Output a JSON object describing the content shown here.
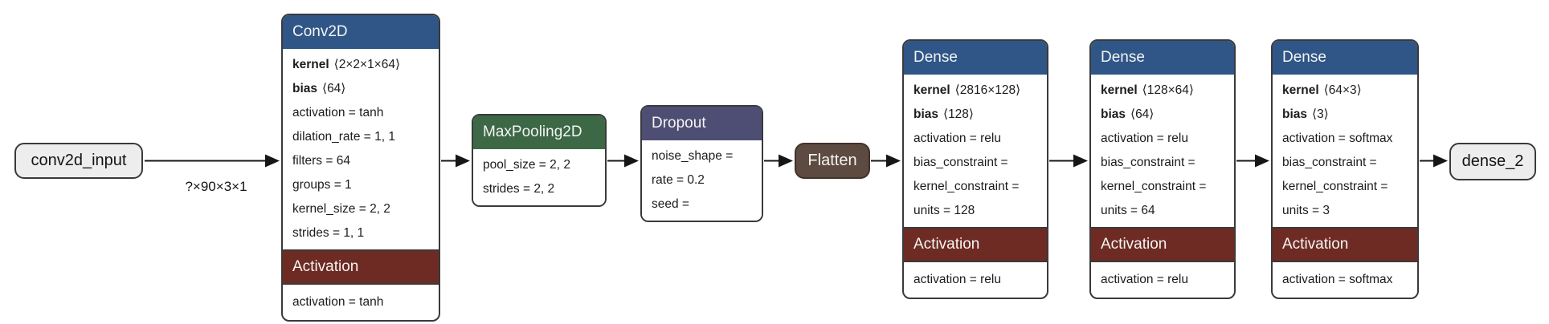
{
  "colors": {
    "blue": "#2f5687",
    "green": "#3c6845",
    "purple": "#4e4e74",
    "red": "#6e2b23",
    "brown": "#5d4a40",
    "io_fill": "#ededed",
    "border": "#3a3a3a",
    "edge": "#161616",
    "header_text": "#f4f4f4"
  },
  "edges": {
    "input_shape_label": "?×90×3×1"
  },
  "nodes": {
    "input": {
      "label": "conv2d_input"
    },
    "conv2d": {
      "title": "Conv2D",
      "kernel_key": "kernel",
      "kernel_value": "⟨2×2×1×64⟩",
      "bias_key": "bias",
      "bias_value": "⟨64⟩",
      "rows": [
        "activation = tanh",
        "dilation_rate = 1, 1",
        "filters = 64",
        "groups = 1",
        "kernel_size = 2, 2",
        "strides = 1, 1"
      ],
      "activation_title": "Activation",
      "activation_row": "activation = tanh"
    },
    "maxpooling2d": {
      "title": "MaxPooling2D",
      "rows": [
        "pool_size = 2, 2",
        "strides = 2, 2"
      ]
    },
    "dropout": {
      "title": "Dropout",
      "rows": [
        "noise_shape =",
        "rate = 0.2",
        "seed ="
      ]
    },
    "flatten": {
      "label": "Flatten"
    },
    "dense1": {
      "title": "Dense",
      "kernel_key": "kernel",
      "kernel_value": "⟨2816×128⟩",
      "bias_key": "bias",
      "bias_value": "⟨128⟩",
      "rows": [
        "activation = relu",
        "bias_constraint =",
        "kernel_constraint =",
        "units = 128"
      ],
      "activation_title": "Activation",
      "activation_row": "activation = relu"
    },
    "dense2": {
      "title": "Dense",
      "kernel_key": "kernel",
      "kernel_value": "⟨128×64⟩",
      "bias_key": "bias",
      "bias_value": "⟨64⟩",
      "rows": [
        "activation = relu",
        "bias_constraint =",
        "kernel_constraint =",
        "units = 64"
      ],
      "activation_title": "Activation",
      "activation_row": "activation = relu"
    },
    "dense3": {
      "title": "Dense",
      "kernel_key": "kernel",
      "kernel_value": "⟨64×3⟩",
      "bias_key": "bias",
      "bias_value": "⟨3⟩",
      "rows": [
        "activation = softmax",
        "bias_constraint =",
        "kernel_constraint =",
        "units = 3"
      ],
      "activation_title": "Activation",
      "activation_row": "activation = softmax"
    },
    "output": {
      "label": "dense_2"
    }
  }
}
